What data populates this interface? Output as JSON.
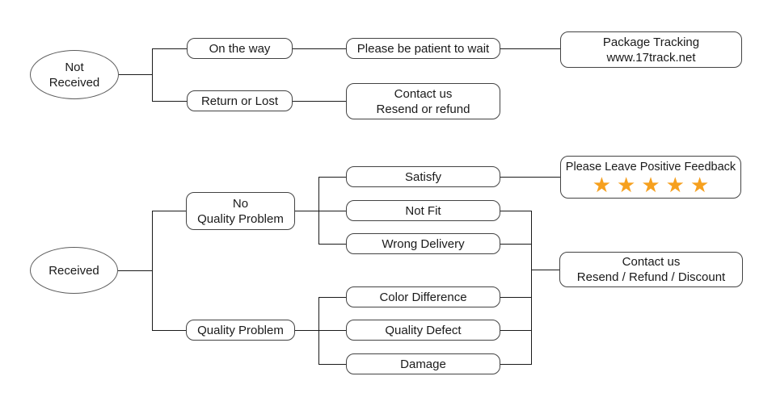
{
  "colors": {
    "background": "#ffffff",
    "box_border": "#434343",
    "connector": "#1a1a1a",
    "text": "#1a1a1a",
    "star": "#f6a01e"
  },
  "icons": {
    "star": "★"
  },
  "flowchart": {
    "not_received_branch": {
      "root": {
        "line1": "Not",
        "line2": "Received"
      },
      "on_the_way": {
        "label": "On the way"
      },
      "please_wait": {
        "label": "Please be patient to wait"
      },
      "package_tracking": {
        "line1": "Package Tracking",
        "line2": "www.17track.net"
      },
      "return_or_lost": {
        "label": "Return or Lost"
      },
      "contact_us": {
        "line1": "Contact us",
        "line2": "Resend or refund"
      }
    },
    "received_branch": {
      "root": {
        "label": "Received"
      },
      "no_quality_problem": {
        "line1": "No",
        "line2": "Quality Problem"
      },
      "quality_problem": {
        "label": "Quality Problem"
      },
      "satisfy": {
        "label": "Satisfy"
      },
      "not_fit": {
        "label": "Not Fit"
      },
      "wrong_delivery": {
        "label": "Wrong Delivery"
      },
      "positive_feedback": {
        "label": "Please Leave Positive Feedback",
        "rating": 5
      },
      "color_difference": {
        "label": "Color Difference"
      },
      "quality_defect": {
        "label": "Quality Defect"
      },
      "damage": {
        "label": "Damage"
      },
      "contact_us": {
        "line1": "Contact us",
        "line2": "Resend / Refund / Discount"
      }
    }
  }
}
